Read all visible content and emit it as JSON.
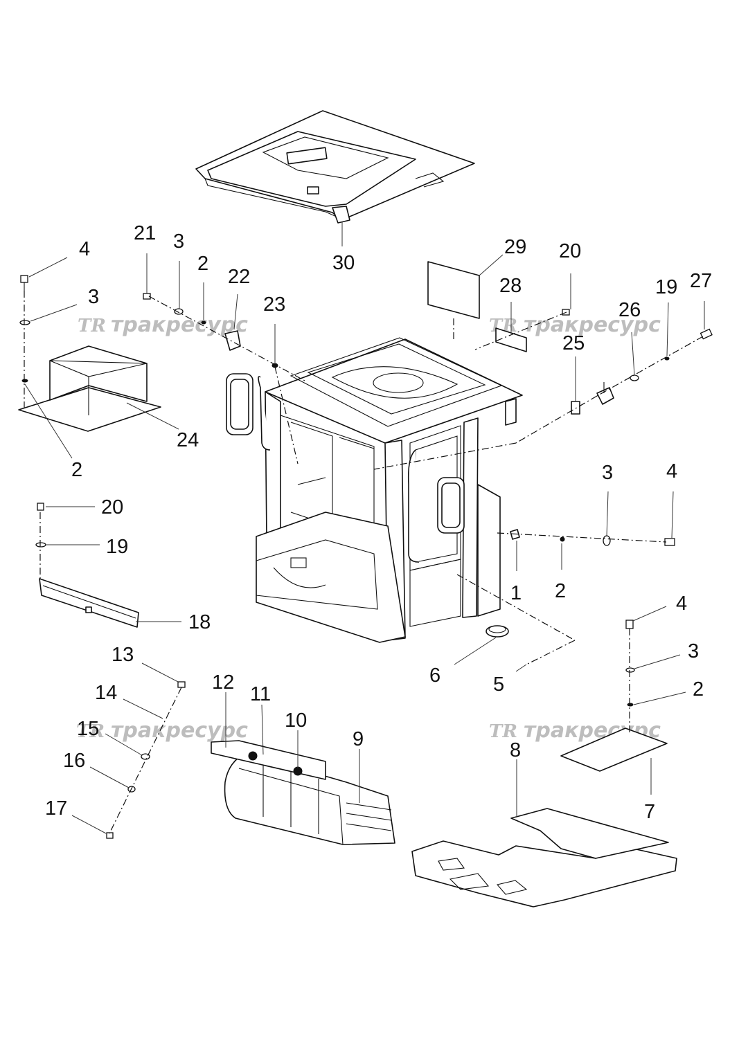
{
  "watermarks": [
    {
      "logo": "TR",
      "text": "тракресурс"
    },
    {
      "logo": "TR",
      "text": "тракресурс"
    },
    {
      "logo": "TR",
      "text": "тракресурс"
    },
    {
      "logo": "TR",
      "text": "тракресурс"
    }
  ],
  "callouts": {
    "c1": "1",
    "c2a": "2",
    "c2b": "2",
    "c2c": "2",
    "c2d": "2",
    "c3a": "3",
    "c3b": "3",
    "c3c": "3",
    "c3d": "3",
    "c4a": "4",
    "c4b": "4",
    "c4c": "4",
    "c5": "5",
    "c6": "6",
    "c7": "7",
    "c8": "8",
    "c9": "9",
    "c10": "10",
    "c11": "11",
    "c12": "12",
    "c13": "13",
    "c14": "14",
    "c15": "15",
    "c16": "16",
    "c17": "17",
    "c18": "18",
    "c19a": "19",
    "c19b": "19",
    "c20a": "20",
    "c20b": "20",
    "c21": "21",
    "c22": "22",
    "c23": "23",
    "c24": "24",
    "c25": "25",
    "c26": "26",
    "c27": "27",
    "c28": "28",
    "c29": "29",
    "c30": "30"
  }
}
